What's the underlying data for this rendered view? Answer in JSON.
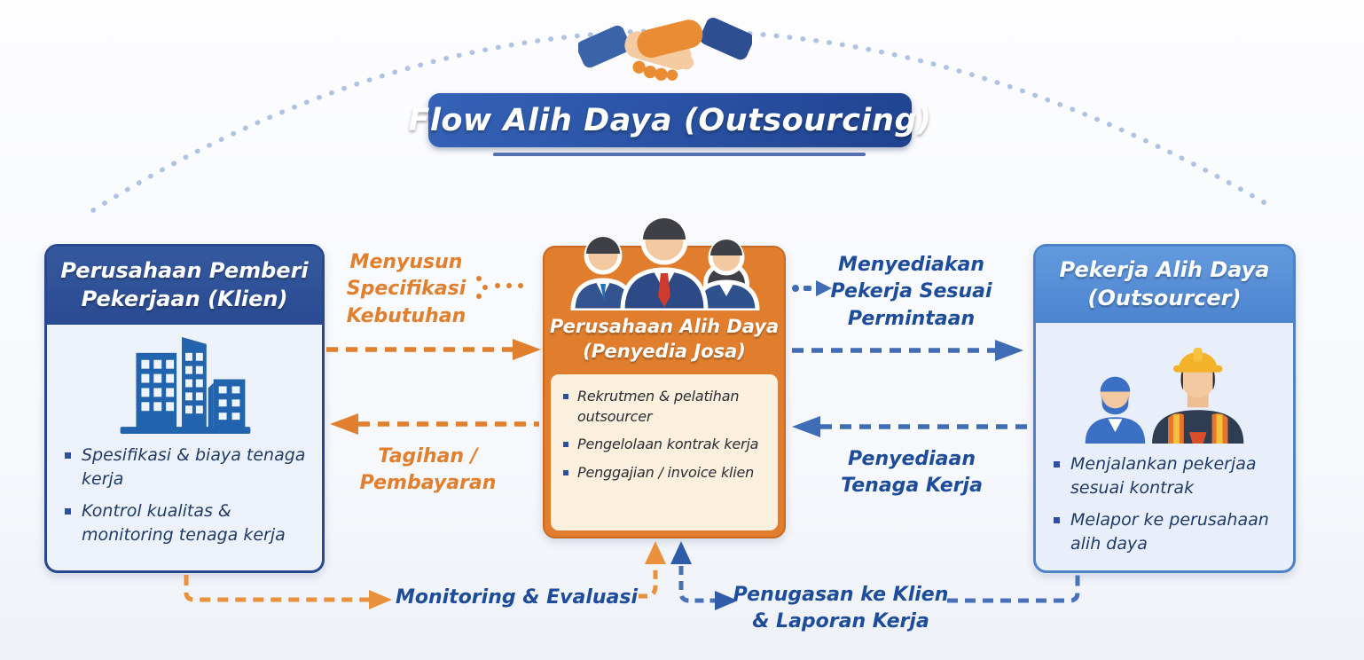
{
  "title": "Flow Alih Daya (Outsourcing)",
  "boxes": {
    "client": {
      "title": "Perusahaan Pemberi Pekerjaan (Klien)",
      "icon": "buildings-icon",
      "bullets": [
        "Spesifikasi & biaya tenaga kerja",
        "Kontrol kualitas & monitoring tenaga kerja"
      ]
    },
    "provider": {
      "title": "Perusahaan Alih Daya (Penyedia Josa)",
      "icon": "business-team-icon",
      "bullets": [
        "Rekrutmen & pelatihan outsourcer",
        "Pengelolaan kontrak kerja",
        "Penggajian / invoice klien"
      ]
    },
    "worker": {
      "title": "Pekerja Alih Daya (Outsourcer)",
      "icon": "construction-workers-icon",
      "bullets": [
        "Menjalankan pekerjaa sesuai kontrak",
        "Melapor ke perusahaan alih daya"
      ]
    }
  },
  "arrows": {
    "client_to_provider": {
      "label": "Menyusun Specifikasi Kebutuhan",
      "direction": "right",
      "style": "dashed",
      "color": "#e0802f"
    },
    "provider_to_worker": {
      "label": "Menyediakan Pekerja Sesuai Permintaan",
      "direction": "right",
      "style": "dashed",
      "color": "#3f6cb4"
    },
    "provider_to_client": {
      "label": "Tagihan / Pembayaran",
      "direction": "left",
      "style": "dashed",
      "color": "#e0802f"
    },
    "worker_to_provider": {
      "label": "Penyediaan Tenaga Kerja",
      "direction": "left",
      "style": "dashed",
      "color": "#3f6cb4"
    },
    "monitoring": {
      "label": "Monitoring & Evaluasi",
      "direction": "client-to-provider-bottom",
      "style": "dashed",
      "color": "#e9913c"
    },
    "assignment": {
      "label": "Penugasan ke Klien & Laporan Kerja",
      "direction": "worker-to-provider-bottom",
      "style": "dashed",
      "color": "#4a72b8"
    }
  },
  "decorations": {
    "top_arc": {
      "style": "dotted",
      "color": "#aec3e4"
    },
    "handshake_icon": "handshake-icon"
  },
  "colors": {
    "accent_orange": "#e0802f",
    "accent_blue": "#1d4c9b",
    "client_header": "#2d4f9e",
    "provider_header": "#e07e2d",
    "provider_body": "#faf0dd",
    "worker_header": "#5b90d8",
    "background": "#f6f8fc"
  }
}
